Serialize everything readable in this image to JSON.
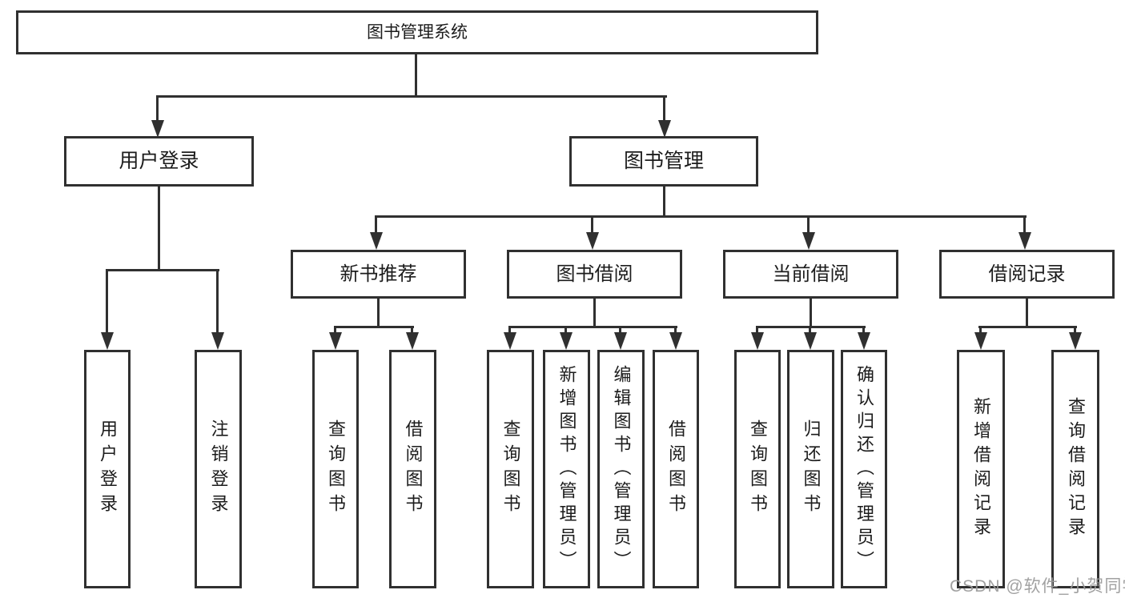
{
  "title": "图书管理系统",
  "watermark": "CSDN @软件_小贺同学",
  "colors": {
    "line": "#303030",
    "text": "#1c1c1c",
    "watermark": "#9a9a9a",
    "background": "#ffffff"
  },
  "nodes": {
    "root": "图书管理系统",
    "user_login": "用户登录",
    "book_mgmt": "图书管理",
    "ul_login": "用户登录",
    "ul_logout": "注销登录",
    "new_book": "新书推荐",
    "borrow": "图书借阅",
    "current": "当前借阅",
    "record": "借阅记录",
    "nb_query": "查询图书",
    "nb_borrow": "借阅图书",
    "bw_query": "查询图书",
    "bw_add": "新增图书（管理员）",
    "bw_edit": "编辑图书（管理员）",
    "bw_borrow": "借阅图书",
    "cu_query": "查询图书",
    "cu_return": "归还图书",
    "cu_confirm": "确认归还（管理员）",
    "rc_add": "新增借阅记录",
    "rc_query": "查询借阅记录"
  }
}
